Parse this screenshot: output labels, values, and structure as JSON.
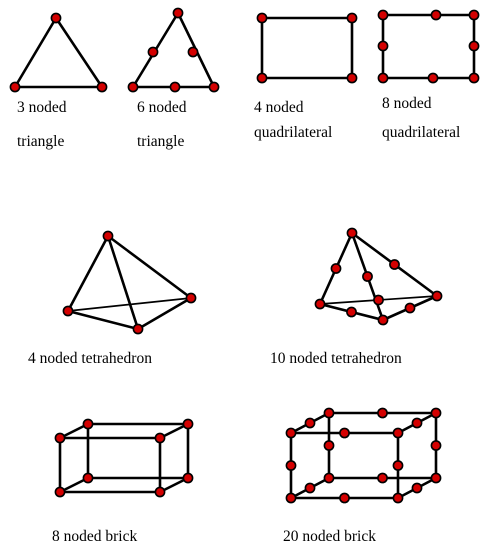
{
  "diagram": {
    "node_color": "#d40000",
    "edge_color": "#000000",
    "elements": [
      {
        "id": "tri3",
        "label_lines": [
          "3 noded",
          "triangle"
        ]
      },
      {
        "id": "tri6",
        "label_lines": [
          "6 noded",
          "triangle"
        ]
      },
      {
        "id": "quad4",
        "label_lines": [
          "4 noded",
          "quadrilateral"
        ]
      },
      {
        "id": "quad8",
        "label_lines": [
          "8 noded",
          "quadrilateral"
        ]
      },
      {
        "id": "tet4",
        "label_lines": [
          "4 noded tetrahedron"
        ]
      },
      {
        "id": "tet10",
        "label_lines": [
          "10 noded tetrahedron"
        ]
      },
      {
        "id": "brick8",
        "label_lines": [
          "8 noded brick"
        ]
      },
      {
        "id": "brick20",
        "label_lines": [
          "20 noded brick"
        ]
      }
    ]
  }
}
